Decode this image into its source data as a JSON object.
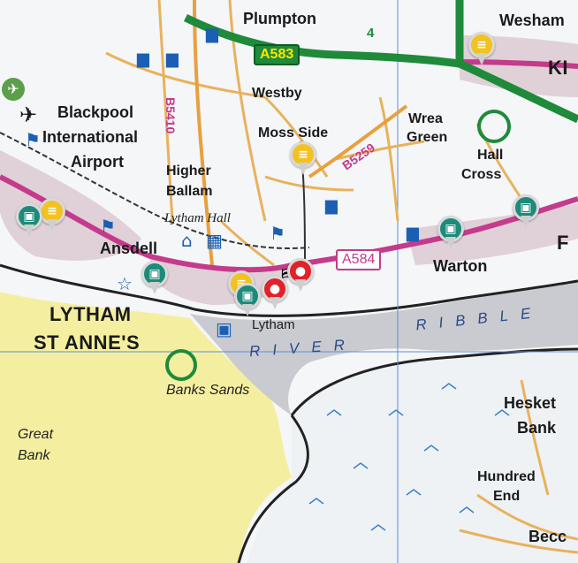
{
  "map": {
    "colors": {
      "land": "#f4f6f8",
      "sand": "#f4efa0",
      "estuary": "#c9cbd0",
      "urban": "#d9c3cc",
      "primary_road": "#1f8a3a",
      "a_road": "#c43b8c",
      "b_road": "#e8b25c",
      "grid": "#5b8fd6",
      "rail": "#333333"
    },
    "places": {
      "plumpton": "Plumpton",
      "wesham": "Wesham",
      "kirkham_partial": "KI",
      "westby": "Westby",
      "blackpool_airport_line1": "Blackpool",
      "blackpool_airport_line2": "International",
      "blackpool_airport_line3": "Airport",
      "moss_side": "Moss Side",
      "wrea_green_line1": "Wrea",
      "wrea_green_line2": "Green",
      "hall_cross_line1": "Hall",
      "hall_cross_line2": "Cross",
      "higher_ballam_line1": "Higher",
      "higher_ballam_line2": "Ballam",
      "lytham_hall": "Lytham Hall",
      "ansdell": "Ansdell",
      "warton": "Warton",
      "freckleton_partial": "F",
      "lytham": "Lytham",
      "lytham_st_annes_line1": "LYTHAM",
      "lytham_st_annes_line2": "ST ANNE'S",
      "banks_sands": "Banks Sands",
      "great_bank_line1": "Great",
      "great_bank_line2": "Bank",
      "hesketh_bank_line1": "Hesket",
      "hesketh_bank_line2": "Bank",
      "hundred_end_line1": "Hundred",
      "hundred_end_line2": "End",
      "becconsall_partial": "Becc"
    },
    "water": {
      "ribble": "RIBBLE",
      "river": "RIVER"
    },
    "roads": {
      "a583": "A583",
      "a584": "A584",
      "b5410": "B5410",
      "b5259": "B5259",
      "junction_4": "4"
    },
    "icons": {
      "airport": "airport-icon",
      "caravan": "caravan-site-icon",
      "flag": "flag-icon",
      "tourist": "tourist-info-icon",
      "bus": "bus-stop-icon",
      "rail": "rail-station-icon",
      "station": "station-marker-icon"
    }
  }
}
